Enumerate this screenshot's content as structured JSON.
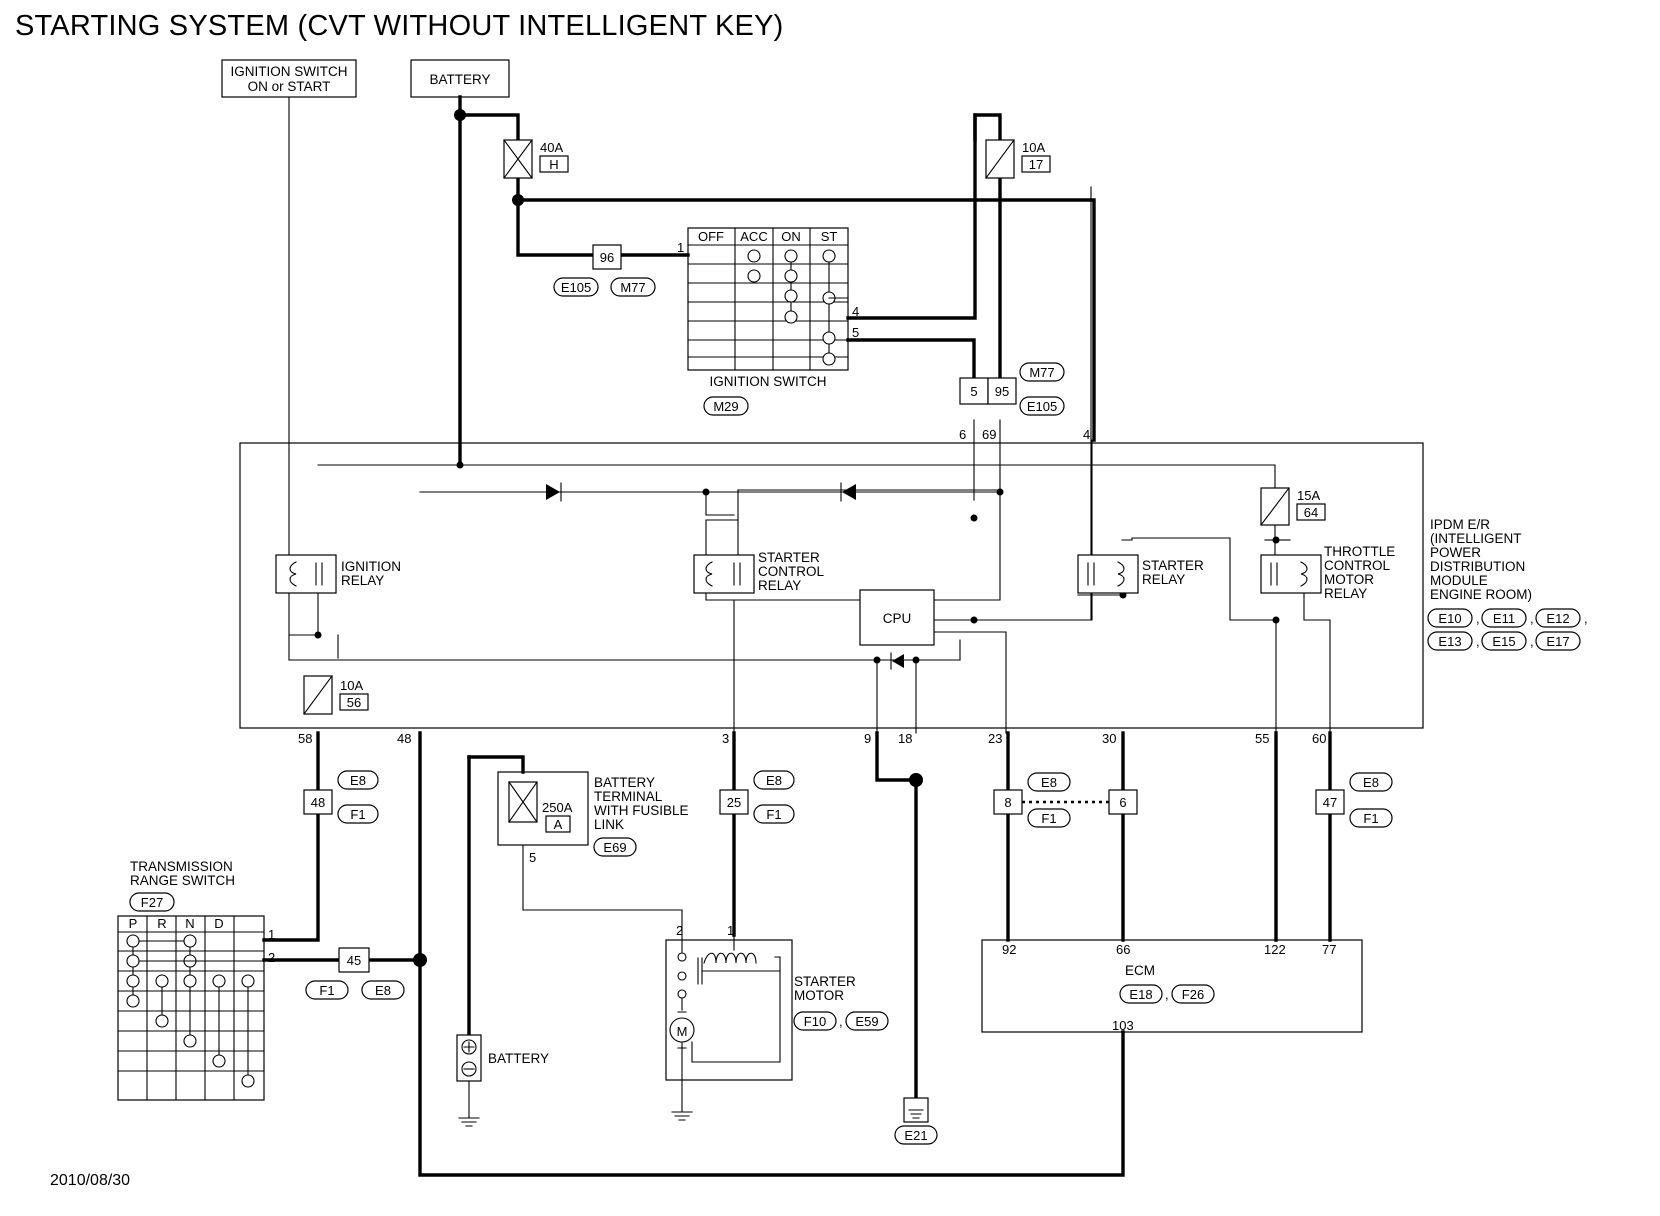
{
  "title": "STARTING SYSTEM (CVT WITHOUT INTELLIGENT KEY)",
  "date": "2010/08/30",
  "top_labels": {
    "ignition_switch_line1": "IGNITION SWITCH",
    "ignition_switch_line2": "ON or START",
    "battery": "BATTERY"
  },
  "fuses": {
    "f40": {
      "rating": "40A",
      "id": "H"
    },
    "f10_top": {
      "rating": "10A",
      "id": "17"
    },
    "f15": {
      "rating": "15A",
      "id": "64"
    },
    "f10_ipdm": {
      "rating": "10A",
      "id": "56"
    },
    "f250": {
      "rating": "250A",
      "id": "A"
    }
  },
  "ignition_switch": {
    "label": "IGNITION SWITCH",
    "connector": "M29",
    "headers": [
      "OFF",
      "ACC",
      "ON",
      "ST"
    ],
    "pins": [
      "1",
      "4",
      "5"
    ]
  },
  "connectors": {
    "c96": {
      "pin": "96",
      "tags": [
        "E105",
        "M77"
      ]
    },
    "c5_95": {
      "pins": [
        "5",
        "95"
      ],
      "tags": [
        "M77",
        "E105"
      ]
    },
    "c48": {
      "pin": "48",
      "tags": [
        "E8",
        "F1"
      ]
    },
    "c25": {
      "pin": "25",
      "tags": [
        "E8",
        "F1"
      ]
    },
    "c8": {
      "pin": "8",
      "tags": [
        "E8",
        "F1"
      ]
    },
    "c6": {
      "pin": "6"
    },
    "c47": {
      "pin": "47",
      "tags": [
        "E8",
        "F1"
      ]
    },
    "c45": {
      "pin": "45",
      "tags": [
        "F1",
        "E8"
      ]
    }
  },
  "ipdm": {
    "label_lines": [
      "IPDM E/R",
      "(INTELLIGENT",
      " POWER",
      " DISTRIBUTION",
      " MODULE",
      " ENGINE ROOM)"
    ],
    "connectors_row1": [
      "E10",
      "E11",
      "E12"
    ],
    "connectors_row2": [
      "E13",
      "E15",
      "E17"
    ],
    "top_pins": [
      "6",
      "69",
      "4"
    ],
    "bottom_pins": [
      "58",
      "48",
      "3",
      "9",
      "18",
      "23",
      "30",
      "55",
      "60"
    ],
    "cpu": "CPU",
    "ignition_relay": [
      "IGNITION",
      "RELAY"
    ],
    "starter_control_relay": [
      "STARTER",
      "CONTROL",
      "RELAY"
    ],
    "starter_relay": [
      "STARTER",
      "RELAY"
    ],
    "throttle_relay": [
      "THROTTLE",
      "CONTROL",
      "MOTOR",
      "RELAY"
    ]
  },
  "transmission_range_switch": {
    "label_lines": [
      "TRANSMISSION",
      "RANGE SWITCH"
    ],
    "connector": "F27",
    "headers": [
      "P",
      "R",
      "N",
      "D"
    ],
    "pins": [
      "1",
      "2"
    ]
  },
  "battery_terminal": {
    "label_lines": [
      "BATTERY",
      "TERMINAL",
      "WITH FUSIBLE",
      "LINK"
    ],
    "connector": "E69",
    "pin": "5"
  },
  "battery_lower": "BATTERY",
  "starter_motor": {
    "label_lines": [
      "STARTER",
      "MOTOR"
    ],
    "connectors": [
      "F10",
      "E59"
    ],
    "pins": [
      "2",
      "1"
    ],
    "motor_symbol": "M"
  },
  "ground": {
    "connector": "E21"
  },
  "ecm": {
    "label": "ECM",
    "connectors": [
      "E18",
      "F26"
    ],
    "pins": [
      "92",
      "66",
      "122",
      "77",
      "103"
    ]
  }
}
